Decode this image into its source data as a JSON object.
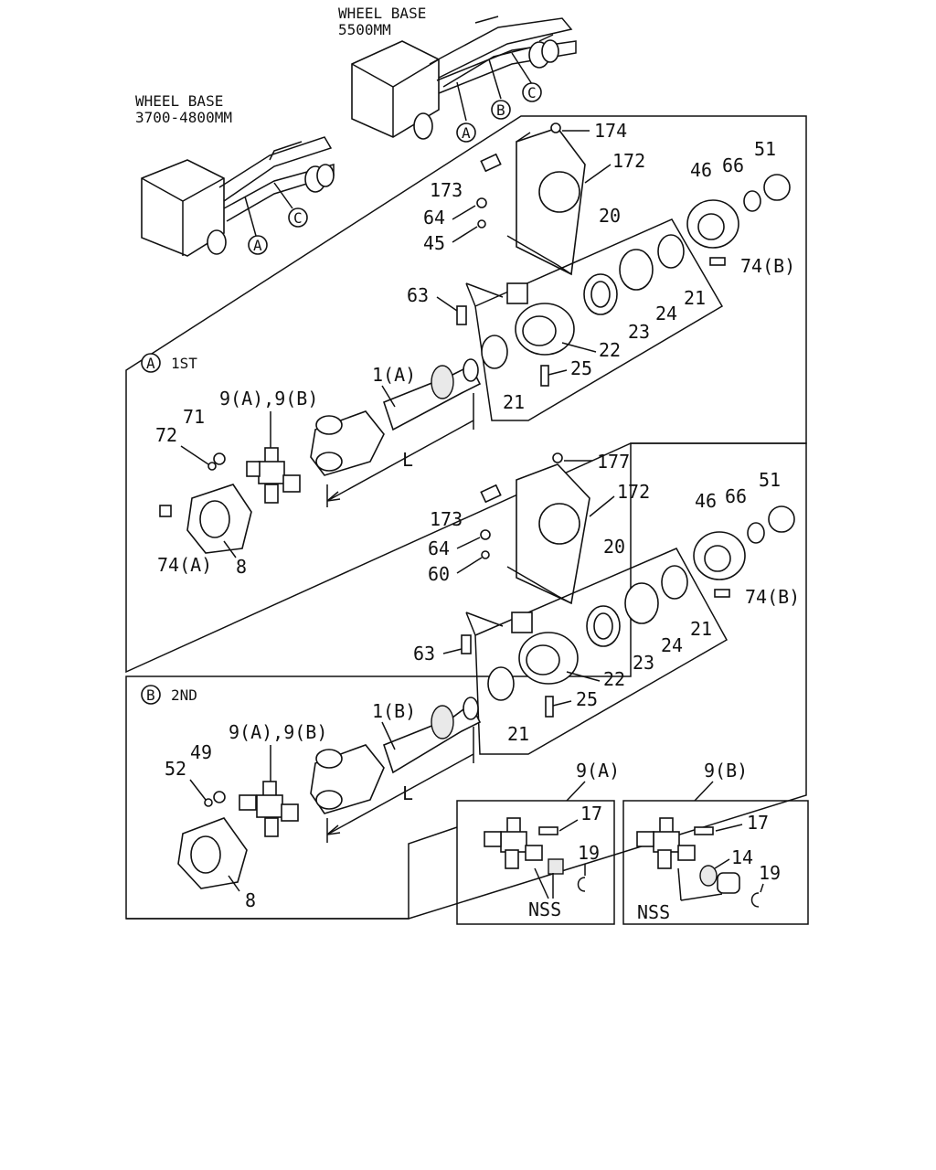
{
  "wheelbase_long": {
    "line1": "WHEEL BASE",
    "line2": "5500MM"
  },
  "wheelbase_short": {
    "line1": "WHEEL BASE",
    "line2": "3700-4800MM"
  },
  "location_markers": {
    "a": "A",
    "b": "B",
    "c": "C"
  },
  "sections": {
    "first": {
      "marker": "A",
      "title": "1ST"
    },
    "second": {
      "marker": "B",
      "title": "2ND"
    }
  },
  "length_label": "L",
  "parts_first": {
    "p174": "174",
    "p172": "172",
    "p173": "173",
    "p64": "64",
    "p45": "45",
    "p20": "20",
    "p46": "46",
    "p66": "66",
    "p51": "51",
    "p74b": "74(B)",
    "p63": "63",
    "p21a": "21",
    "p24": "24",
    "p23": "23",
    "p22": "22",
    "p25": "25",
    "p21b": "21",
    "p1": "1(A)",
    "p9": "9(A),9(B)",
    "p71": "71",
    "p72": "72",
    "p74a": "74(A)",
    "p8": "8"
  },
  "parts_second": {
    "p177": "177",
    "p172": "172",
    "p173": "173",
    "p64": "64",
    "p60": "60",
    "p20": "20",
    "p46": "46",
    "p66": "66",
    "p51": "51",
    "p74b": "74(B)",
    "p63": "63",
    "p21a": "21",
    "p24": "24",
    "p23": "23",
    "p22": "22",
    "p25": "25",
    "p21b": "21",
    "p1": "1(B)",
    "p9": "9(A),9(B)",
    "p49": "49",
    "p52": "52",
    "p8": "8"
  },
  "kit_a": {
    "title": "9(A)",
    "p17": "17",
    "p19": "19",
    "nss": "NSS"
  },
  "kit_b": {
    "title": "9(B)",
    "p17": "17",
    "p14": "14",
    "p19": "19",
    "nss": "NSS"
  }
}
